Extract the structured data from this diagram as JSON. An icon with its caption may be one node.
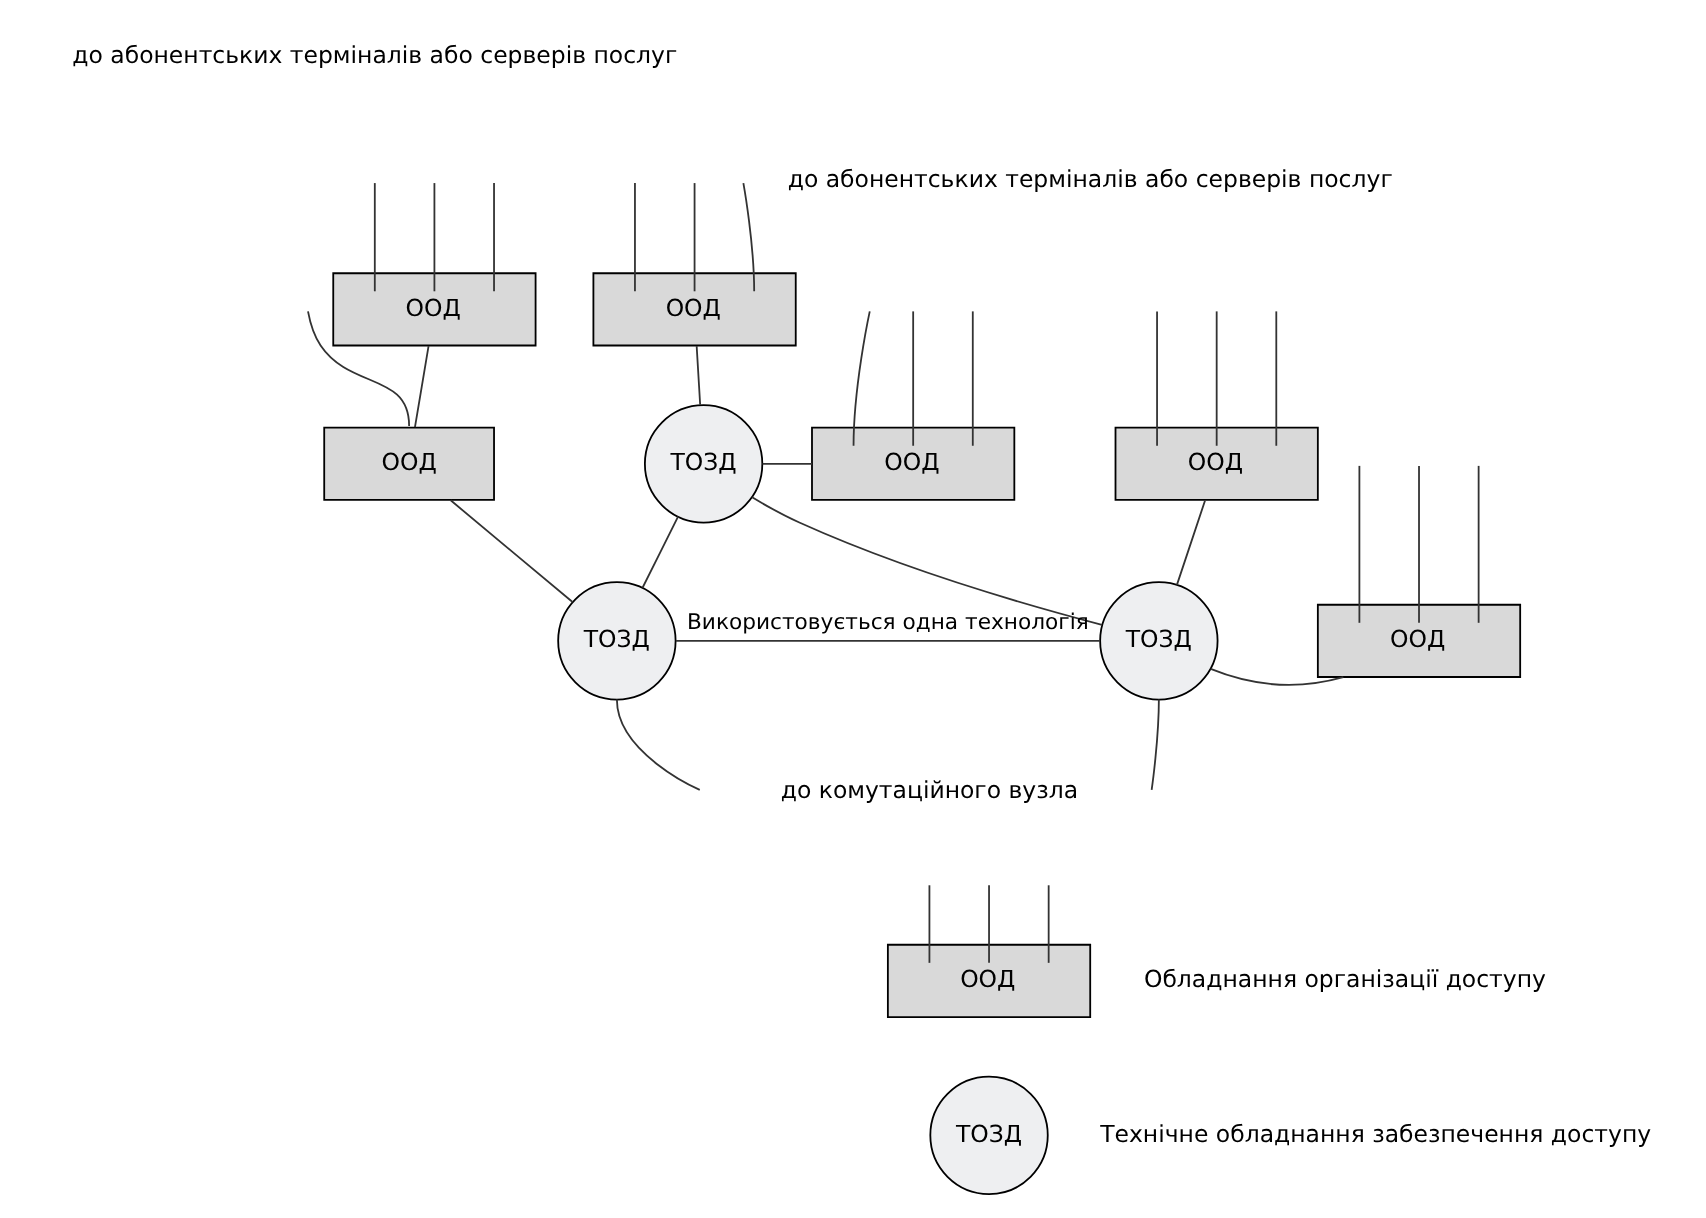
{
  "diagram": {
    "nodes": [
      {
        "text": [
          "ООД"
        ]
      },
      {
        "text": [
          "ООД"
        ]
      },
      {
        "text": [
          "ООД"
        ]
      },
      {
        "text": [
          "ООД"
        ]
      },
      {
        "text": [
          "ТОЗД"
        ]
      },
      {
        "text": [
          "ООД"
        ]
      },
      {
        "text": [
          "ТОЗД"
        ]
      },
      {
        "text": [
          "ТОЗД"
        ]
      },
      {
        "text": [
          "ООД"
        ]
      },
      {
        "text": [
          "ООД"
        ],
        "beside": [
          "Обладнання організації доступу"
        ]
      },
      {
        "text": [
          "ТОЗД"
        ],
        "beside": [
          "Технічне обладнання забезпечення доступу"
        ]
      }
    ],
    "edges": [
      {
        "from": null,
        "to": 0,
        "arrow": "none"
      },
      {
        "from": null,
        "to": 0,
        "arrow": "none"
      },
      {
        "from": null,
        "to": 0,
        "arrow": "none"
      },
      {
        "from": null,
        "to": 1,
        "arrow": "none"
      },
      {
        "from": null,
        "to": 1,
        "arrow": "none"
      },
      {
        "from": null,
        "to": 1,
        "arrow": "none"
      },
      {
        "from": null,
        "to": 2,
        "arrow": "none"
      },
      {
        "from": null,
        "to": 2,
        "arrow": "none"
      },
      {
        "from": null,
        "to": 2,
        "arrow": "none"
      },
      {
        "from": null,
        "to": 3,
        "arrow": "none"
      },
      {
        "from": null,
        "to": 5,
        "arrow": "none"
      },
      {
        "from": null,
        "to": 5,
        "arrow": "none"
      },
      {
        "from": null,
        "to": 5,
        "arrow": "none"
      },
      {
        "from": null,
        "to": 8,
        "arrow": "none"
      },
      {
        "from": null,
        "to": 8,
        "arrow": "none"
      },
      {
        "from": null,
        "to": 8,
        "arrow": "none"
      },
      {
        "from": 0,
        "to": 3,
        "arrow": "none"
      },
      {
        "from": 1,
        "to": 4,
        "arrow": "none"
      },
      {
        "from": 4,
        "to": 2,
        "arrow": "none"
      },
      {
        "from": 3,
        "to": 6,
        "arrow": "none"
      },
      {
        "from": 4,
        "to": 6,
        "arrow": "none"
      },
      {
        "from": 4,
        "to": 7,
        "arrow": "none"
      },
      {
        "from": 6,
        "to": 7,
        "label": "Використовується одна технологія",
        "arrow": "none"
      },
      {
        "from": 7,
        "to": 5,
        "arrow": "none"
      },
      {
        "from": 7,
        "to": 8,
        "arrow": "none"
      },
      {
        "from": 6,
        "to": null,
        "arrow": "none"
      },
      {
        "from": 7,
        "to": null,
        "arrow": "none"
      },
      {
        "from": null,
        "to": 9,
        "arrow": "none"
      },
      {
        "from": null,
        "to": 9,
        "arrow": "none"
      },
      {
        "from": null,
        "to": 9,
        "arrow": "none"
      }
    ],
    "labels": [
      "до абонентських терміналів або серверів послуг",
      "до абонентських терміналів або серверів послуг",
      "до комутаційного вузла"
    ]
  }
}
